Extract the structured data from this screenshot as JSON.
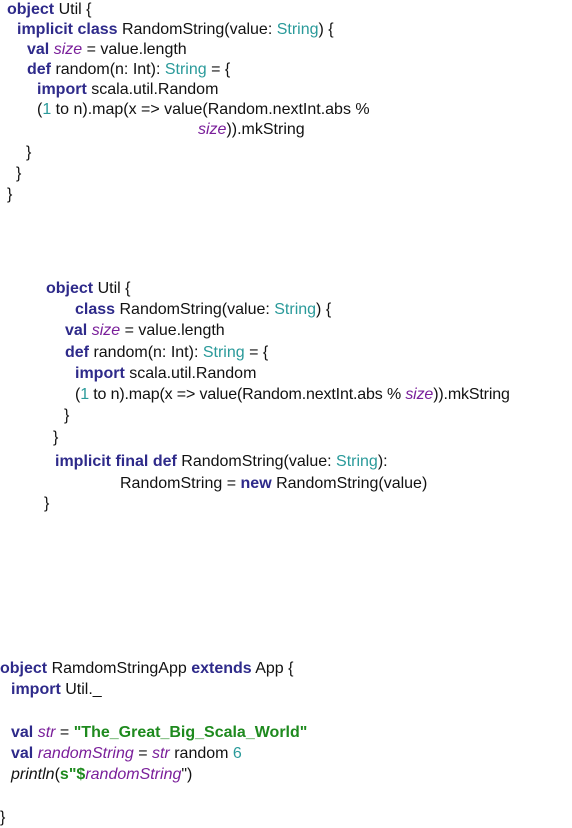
{
  "k": {
    "object": "object",
    "implicit": "implicit",
    "class": "class",
    "val": "val",
    "def": "def",
    "import": "import",
    "final": "final",
    "new": "new",
    "extends": "extends"
  },
  "t": {
    "lbrace": "{",
    "rbrace": "}",
    "rparen_brace": ") {",
    "eq_brace": " = {",
    "eq": " = ",
    "space": " ",
    "colon_space": ": ",
    "lparen": "(",
    "rparen_colon": "):",
    "dollar": "$",
    "quote_open": "\"",
    "close_print": "\")"
  },
  "id": {
    "util": "Util",
    "random_string": "RandomString",
    "value_param": "value",
    "size": "size",
    "value_length": "value.length",
    "random_n": "random(n: Int)",
    "scala_util_random": "scala.util.Random",
    "to_n_map": " to n).map(x => value(Random.nextInt.abs %",
    "to_n_map_full": " to n).map(x => value(Random.nextInt.abs % ",
    "mk_string": ")).mkString",
    "random_string_value": "RandomString(value)",
    "app_name": "RamdomStringApp",
    "app": "App",
    "import_util": "Util._",
    "str": "str",
    "random_string_var": "randomString",
    "random_6": " random ",
    "println": "println",
    "s_interp": "s"
  },
  "ty": {
    "string": "String",
    "one": "1",
    "six": "6"
  },
  "lit": {
    "great_big": "\"The_Great_Big_Scala_World\""
  }
}
